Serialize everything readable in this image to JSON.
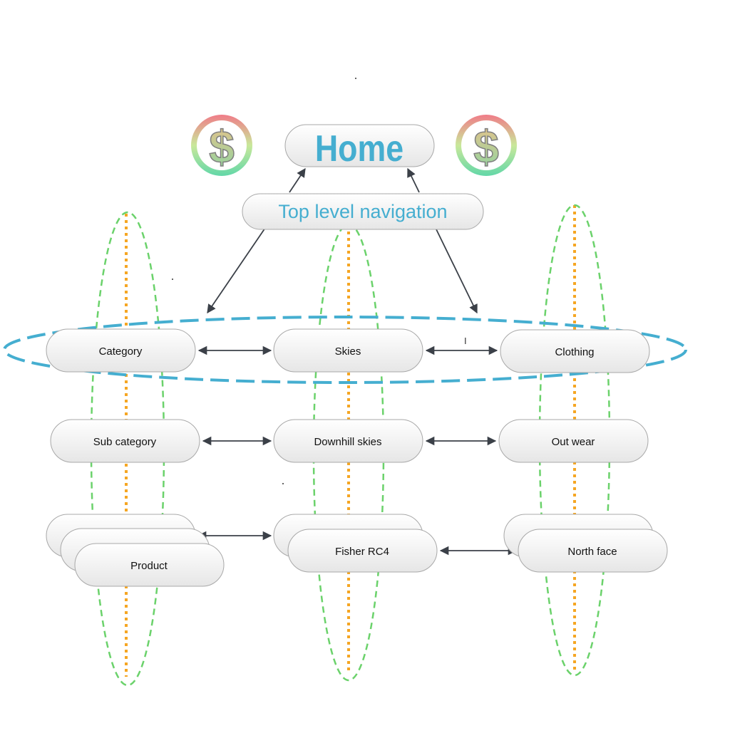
{
  "home": {
    "label": "Home"
  },
  "top_nav": {
    "label": "Top level navigation"
  },
  "icons": {
    "left": "dollar-icon",
    "right": "dollar-icon"
  },
  "colors": {
    "accent_blue": "#45aed0",
    "ring_green": "#6bd26b",
    "guide_orange": "#f5a623",
    "arrow": "#3b4048"
  },
  "columns": [
    {
      "level": "Category",
      "sub": "Sub category",
      "leaf": "Product"
    },
    {
      "level": "Skies",
      "sub": "Downhill skies",
      "leaf": "Fisher RC4"
    },
    {
      "level": "Clothing",
      "sub": "Out wear",
      "leaf": "North face"
    }
  ],
  "stray_marks": {
    "tick": "I"
  }
}
